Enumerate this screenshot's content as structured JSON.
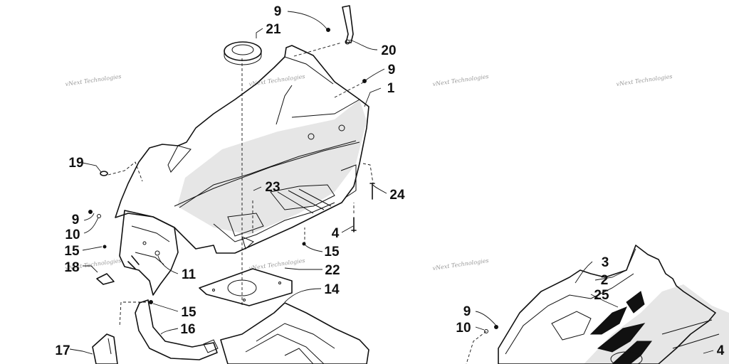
{
  "watermark_text": "vNext Technologies",
  "callouts": [
    {
      "id": "c9a",
      "text": "9"
    },
    {
      "id": "c21",
      "text": "21"
    },
    {
      "id": "c20",
      "text": "20"
    },
    {
      "id": "c9b",
      "text": "9"
    },
    {
      "id": "c1",
      "text": "1"
    },
    {
      "id": "c19",
      "text": "19"
    },
    {
      "id": "c23",
      "text": "23"
    },
    {
      "id": "c24",
      "text": "24"
    },
    {
      "id": "c9c",
      "text": "9"
    },
    {
      "id": "c10a",
      "text": "10"
    },
    {
      "id": "c4a",
      "text": "4"
    },
    {
      "id": "c15a",
      "text": "15"
    },
    {
      "id": "c15b",
      "text": "15"
    },
    {
      "id": "c18",
      "text": "18"
    },
    {
      "id": "c11",
      "text": "11"
    },
    {
      "id": "c22",
      "text": "22"
    },
    {
      "id": "c14",
      "text": "14"
    },
    {
      "id": "c15c",
      "text": "15"
    },
    {
      "id": "c16",
      "text": "16"
    },
    {
      "id": "c17",
      "text": "17"
    },
    {
      "id": "c3",
      "text": "3"
    },
    {
      "id": "c2",
      "text": "2"
    },
    {
      "id": "c25",
      "text": "25"
    },
    {
      "id": "c9d",
      "text": "9"
    },
    {
      "id": "c10b",
      "text": "10"
    },
    {
      "id": "c4b",
      "text": "4"
    }
  ]
}
